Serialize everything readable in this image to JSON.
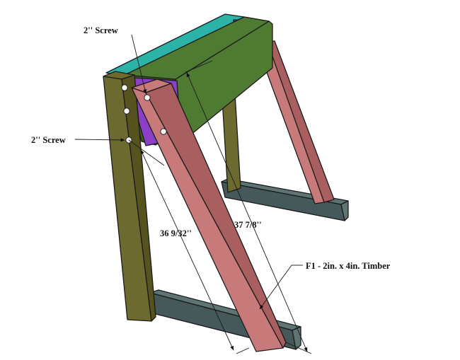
{
  "labels": {
    "screw_top": "2'' Screw",
    "screw_left": "2'' Screw",
    "dim_inner": "36 9/32''",
    "dim_outer": "37 7/8''",
    "part_f1": "F1 - 2in. x 4in. Timber"
  },
  "colors": {
    "leg_olive": "#6d6a30",
    "leg_olive_dark": "#56531f",
    "brace_pink": "#c87a7b",
    "brace_pink_dark": "#a95f60",
    "box_green": "#4f7a32",
    "box_green_dark": "#3b5e24",
    "box_top_cyan": "#2bb3a8",
    "box_end_purple": "#8a3fc7",
    "foot_slate": "#5d7472",
    "foot_slate_dark": "#45585a"
  }
}
